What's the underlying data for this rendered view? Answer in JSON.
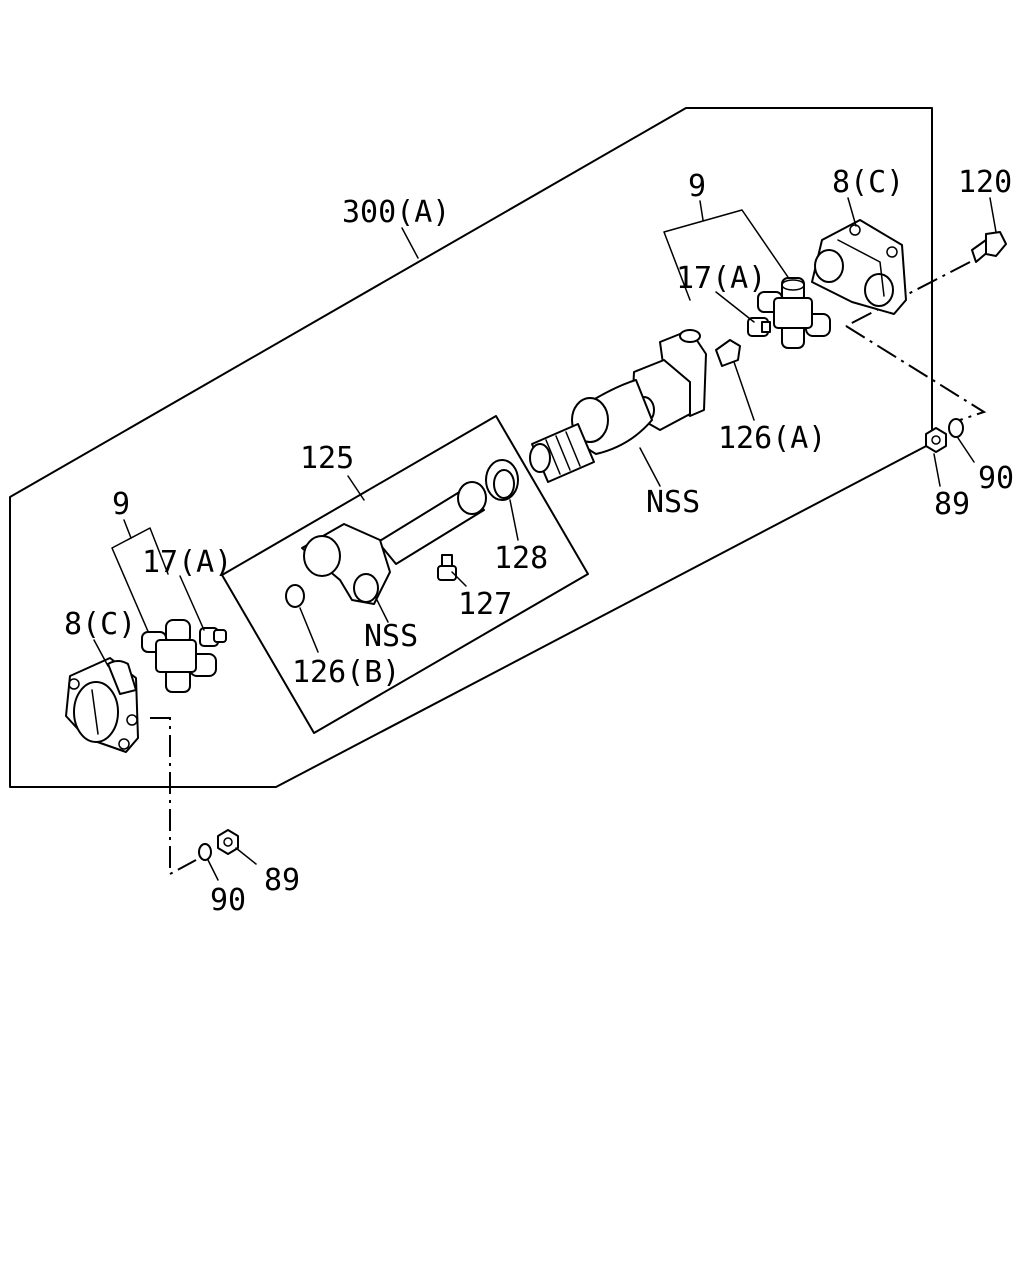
{
  "labels": {
    "assembly": "300(A)",
    "spider_top": "9",
    "spider_left": "9",
    "fitting_top": "17(A)",
    "fitting_left": "17(A)",
    "flange_top": "8(C)",
    "flange_left": "8(C)",
    "bolt": "120",
    "plug_a": "126(A)",
    "plug_b": "126(B)",
    "yoke_shaft": "125",
    "nss_sleeve": "NSS",
    "nss_yoke": "NSS",
    "grease_nipple": "127",
    "seal": "128",
    "nut_right": "89",
    "washer_right": "90",
    "nut_bottom": "89",
    "washer_bottom": "90"
  }
}
